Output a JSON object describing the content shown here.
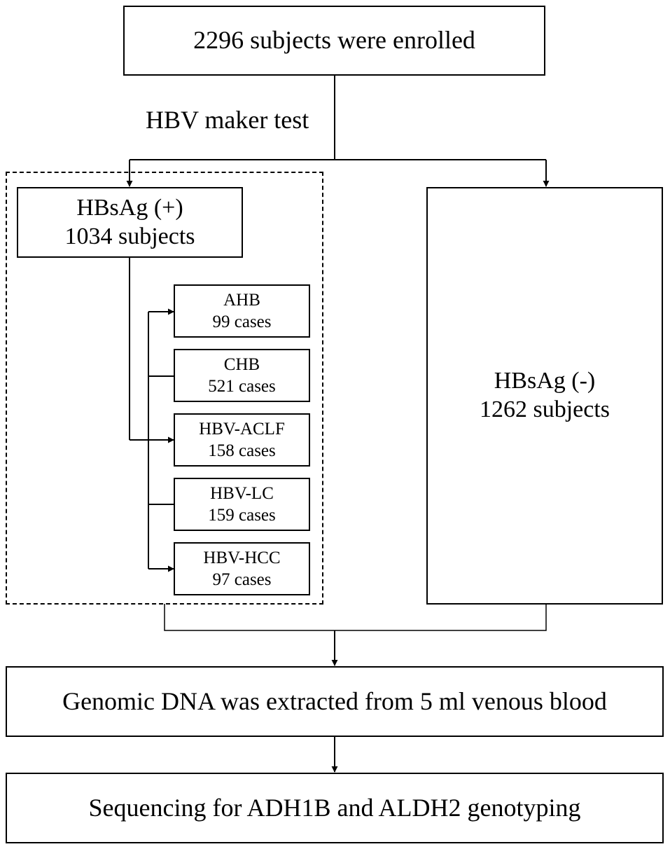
{
  "enrolled": "2296 subjects were enrolled",
  "test_label": "HBV maker test",
  "positive": {
    "line1": "HBsAg (+)",
    "line2": "1034 subjects"
  },
  "negative": {
    "line1": "HBsAg (-)",
    "line2": "1262 subjects"
  },
  "groups": [
    {
      "name": "AHB",
      "count": "99 cases"
    },
    {
      "name": "CHB",
      "count": "521 cases"
    },
    {
      "name": "HBV-ACLF",
      "count": "158 cases"
    },
    {
      "name": "HBV-LC",
      "count": "159 cases"
    },
    {
      "name": "HBV-HCC",
      "count": "97 cases"
    }
  ],
  "extraction": "Genomic DNA was extracted from 5 ml venous blood",
  "sequencing": "Sequencing for ADH1B and ALDH2 genotyping"
}
